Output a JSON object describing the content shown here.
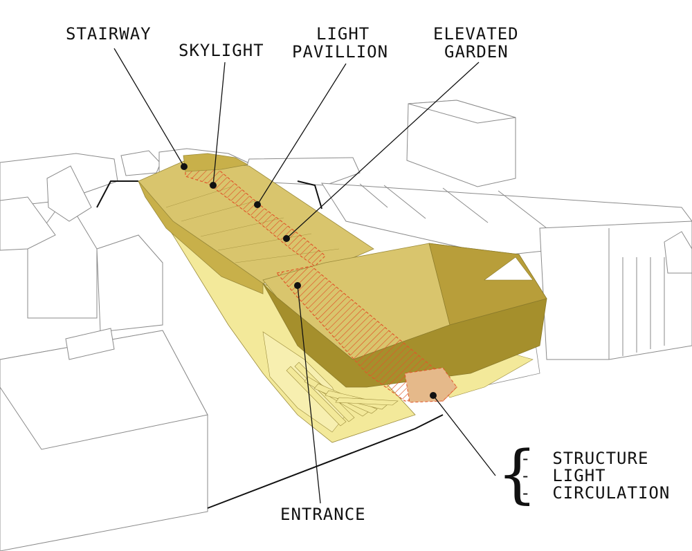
{
  "labels": {
    "stairway": "STAIRWAY",
    "skylight": "SKYLIGHT",
    "light_pavillion_1": "LIGHT",
    "light_pavillion_2": "PAVILLION",
    "elevated_garden_1": "ELEVATED",
    "elevated_garden_2": "GARDEN",
    "entrance": "ENTRANCE"
  },
  "legend": {
    "items": [
      "STRUCTURE",
      "LIGHT",
      "CIRCULATION"
    ],
    "dash": "-"
  },
  "colors": {
    "structure": "#c8b04a",
    "structure_dark": "#a58f2c",
    "light": "#f3e99a",
    "circulation": "#e0572a",
    "context_stroke": "#8a8a8a",
    "leader": "#111111"
  }
}
